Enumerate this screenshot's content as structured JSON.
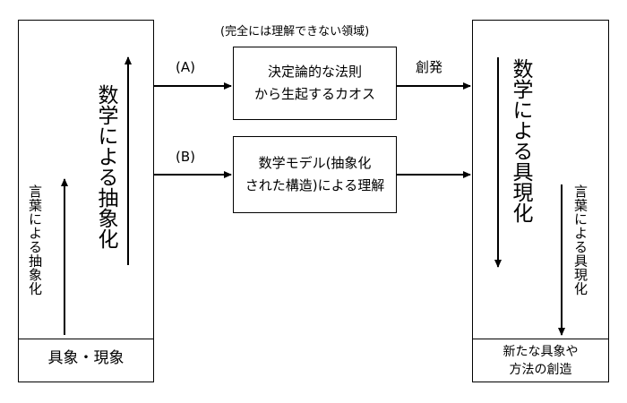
{
  "left_panel": {
    "vertical_large": "数学による抽象化",
    "vertical_small": "言葉による抽象化",
    "bottom_label": "具象・現象"
  },
  "right_panel": {
    "vertical_large": "数学による具現化",
    "vertical_small": "言葉による具現化",
    "bottom_label_line1": "新たな具象や",
    "bottom_label_line2": "方法の創造"
  },
  "path_a": {
    "label": "(A)",
    "annotation": "(完全には理解できない領域)",
    "box_line1": "決定論的な法則",
    "box_line2": "から生起するカオス",
    "output_label": "創発"
  },
  "path_b": {
    "label": "(B)",
    "box_line1": "数学モデル(抽象化",
    "box_line2": "された構造)による理解"
  }
}
